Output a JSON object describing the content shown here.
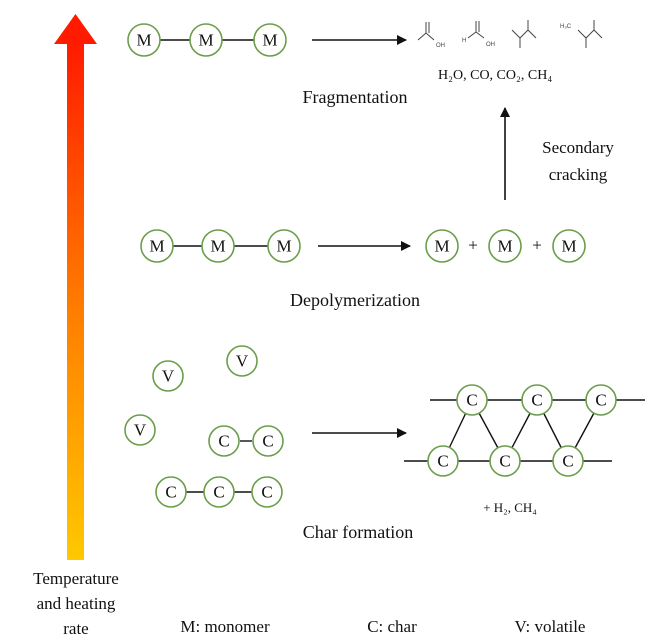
{
  "stages": {
    "fragmentation": {
      "caption": "Fragmentation",
      "chain": [
        "M",
        "M",
        "M"
      ],
      "products_formula": "H₂O, CO, CO₂, CH₄",
      "molecule_labels": [
        "OH",
        "H",
        "OH",
        "H₃C"
      ]
    },
    "secondary_cracking": {
      "label_line1": "Secondary",
      "label_line2": "cracking"
    },
    "depolymerization": {
      "caption": "Depolymerization",
      "chain": [
        "M",
        "M",
        "M"
      ],
      "products": [
        "M",
        "M",
        "M"
      ],
      "plus": "+"
    },
    "char_formation": {
      "caption": "Char formation",
      "volatiles": [
        "V",
        "V",
        "V"
      ],
      "char_pair": [
        "C",
        "C"
      ],
      "char_triple": [
        "C",
        "C",
        "C"
      ],
      "network_top": [
        "C",
        "C",
        "C"
      ],
      "network_bottom": [
        "C",
        "C",
        "C"
      ],
      "byproduct": "+ H₂, CH₄"
    }
  },
  "axis": {
    "line1": "Temperature",
    "line2": "and heating",
    "line3": "rate"
  },
  "legend": {
    "monomer": "M: monomer",
    "char": "C: char",
    "volatile": "V: volatile"
  },
  "colors": {
    "node_outline": "#6a9e4a",
    "arrow_top": "#ff1a00",
    "arrow_bottom": "#ffc800"
  }
}
